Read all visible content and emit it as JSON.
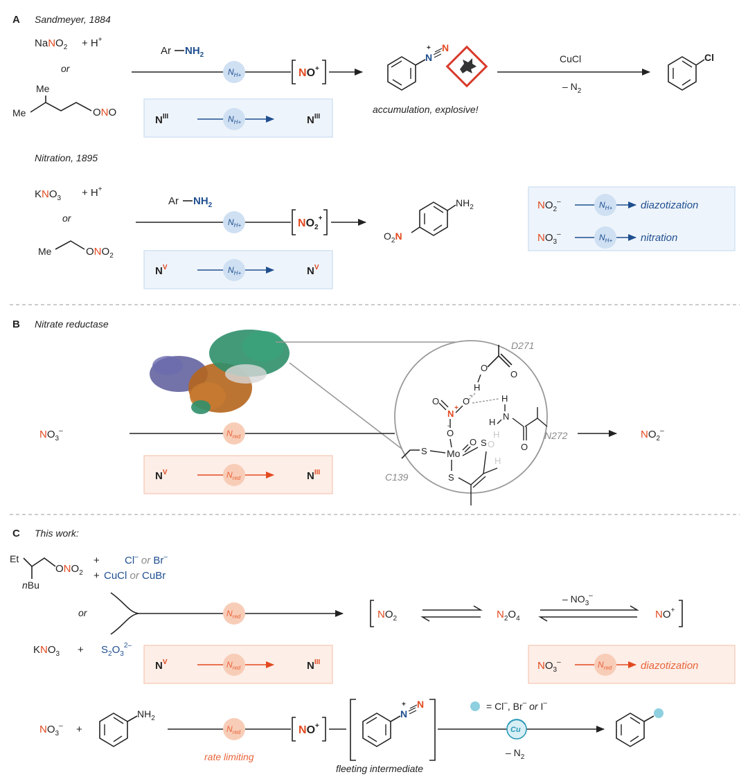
{
  "colors": {
    "nitrogen_red": "#e2491f",
    "blue": "#1f4f8f",
    "blue_box_fill": "#eef4fb",
    "blue_box_border": "#c9dcf0",
    "blue_node": "#cfe0f3",
    "orange_box_fill": "#fdeee7",
    "orange_box_border": "#f4c7b3",
    "orange_node": "#f8cdb8",
    "orange_arrow": "#e2491f",
    "halide_dot": "#8ecfe0",
    "grey_label": "#8a8a8a"
  },
  "panel_a": {
    "letter": "A",
    "title": "Sandmeyer, 1884",
    "nano2_pre": "Na",
    "nano2_n": "N",
    "nano2_post": "O",
    "nano2_sub": "2",
    "plus_h": "+   H",
    "h_sup": "+",
    "or1": "or",
    "me_top": "Me",
    "me_left": "Me",
    "ono_o": "O",
    "ono_n": "N",
    "ono_o2": "O",
    "ar": "Ar",
    "nh2_n": "NH",
    "nh2_sub": "2",
    "node": "N",
    "node_sub": "H+",
    "no_plus_n": "N",
    "no_plus_o": "O",
    "no_plus_sup": "+",
    "diazo_n1": "N",
    "diazo_n2": "N",
    "diazo_plus": "+",
    "cucl": "CuCl",
    "minus_n2": "– N",
    "minus_n2_sub": "2",
    "cl": "Cl",
    "accumulation": "accumulation, explosive!",
    "box_left": "N",
    "box_left_sup": "III",
    "box_right": "N",
    "box_right_sup": "III",
    "nitration_title": "Nitration, 1895",
    "kno3_k": "K",
    "kno3_n": "N",
    "kno3_o": "O",
    "kno3_sub": "3",
    "plus_h2": "+   H",
    "or2": "or",
    "me2": "Me",
    "ono2_o": "O",
    "ono2_n": "N",
    "ono2_o2": "O",
    "ono2_sub": "2",
    "ar2": "Ar",
    "nh2b_n": "NH",
    "nh2b_sub": "2",
    "no2_plus_n": "N",
    "no2_plus_o": "O",
    "no2_plus_sub": "2",
    "no2_plus_sup": "+",
    "aniline_nh2": "NH",
    "aniline_nh2_sub": "2",
    "o2n_o": "O",
    "o2n_sub": "2",
    "o2n_n": "N",
    "box2_left": "N",
    "box2_left_sup": "V",
    "box2_right": "N",
    "box2_right_sup": "V",
    "legend_no2_n": "N",
    "legend_no2_o": "O",
    "legend_no2_sub": "2",
    "legend_no2_sup": "–",
    "legend_diazotization": "diazotization",
    "legend_no3_n": "N",
    "legend_no3_o": "O",
    "legend_no3_sub": "3",
    "legend_no3_sup": "–",
    "legend_nitration": "nitration"
  },
  "panel_b": {
    "letter": "B",
    "title": "Nitrate reductase",
    "no3_n": "N",
    "no3_o": "O",
    "no3_sub": "3",
    "no3_sup": "–",
    "node": "N",
    "node_sub": "red",
    "box_left": "N",
    "box_left_sup": "V",
    "box_right": "N",
    "box_right_sup": "III",
    "d271": "D271",
    "n272": "N272",
    "c139": "C139",
    "mo": "Mo",
    "s": "S",
    "o": "O",
    "h": "H",
    "n": "N",
    "plus": "+",
    "minus": "-",
    "no2_n": "N",
    "no2_o": "O",
    "no2_sub": "2",
    "no2_sup": "–"
  },
  "panel_c": {
    "letter": "C",
    "title": "This work:",
    "et": "Et",
    "nbu_n": "n",
    "nbu_bu": "Bu",
    "ono2_o": "O",
    "ono2_n": "N",
    "ono2_o2": "O",
    "ono2_sub": "2",
    "plus1": "+",
    "cl_minus": "Cl",
    "or_a": "or",
    "br_minus": "Br",
    "minus_sup": "–",
    "plus2": "+",
    "cucl": "CuCl",
    "or_b": "or",
    "cubr": "CuBr",
    "or_mid": "or",
    "kno3_k": "K",
    "kno3_n": "N",
    "kno3_o": "O",
    "kno3_sub": "3",
    "plus3": "+",
    "thiosulfate": "S",
    "thio_sub1": "2",
    "thio_o": "O",
    "thio_sub2": "3",
    "thio_sup": "2–",
    "node": "N",
    "node_sub": "red",
    "no2_n": "N",
    "no2_o": "O",
    "no2_sub": "2",
    "n2o4_n": "N",
    "n2o4_sub1": "2",
    "n2o4_o": "O",
    "n2o4_sub2": "4",
    "minus_no3": "– NO",
    "minus_no3_sub": "3",
    "minus_no3_sup": "–",
    "no_plus_n": "N",
    "no_plus_o": "O",
    "no_plus_sup": "+",
    "box_left": "N",
    "box_left_sup": "V",
    "box_right": "N",
    "box_right_sup": "III",
    "legend_no3_n": "N",
    "legend_no3_o": "O",
    "legend_no3_sub": "3",
    "legend_no3_sup": "–",
    "legend_diazotization": "diazotization",
    "bottom_no3_n": "N",
    "bottom_no3_o": "O",
    "bottom_no3_sub": "3",
    "bottom_no3_sup": "–",
    "bottom_plus": "+",
    "aniline_nh2": "NH",
    "aniline_nh2_sub": "2",
    "rate_limiting": "rate limiting",
    "bottom_no_plus_n": "N",
    "bottom_no_plus_o": "O",
    "bottom_no_plus_sup": "+",
    "fleeting": "fleeting intermediate",
    "diazo_n1": "N",
    "diazo_n2": "N",
    "diazo_plus": "+",
    "halide_eq": "= Cl",
    "halide_br": ", Br",
    "halide_or": "or",
    "halide_i": "I",
    "cu": "Cu",
    "minus_n2": "– N",
    "minus_n2_sub": "2"
  }
}
